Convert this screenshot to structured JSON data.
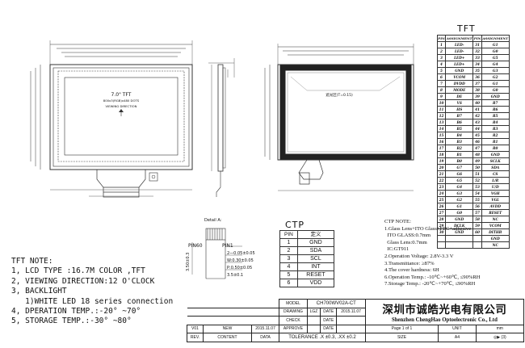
{
  "drawings": {
    "front_view": {
      "size_label": "7.0\" TFT",
      "resolution_label": "800x3(RGB)x480 DOTS",
      "viewing_label": "VIEWING DIRECTION"
    },
    "ctp_view": {
      "center_label": "遮光区(T=0.15)"
    },
    "detail_label": "Detail A:",
    "dims": {
      "pitch": "2—0.05±0.05",
      "pad_width": "W:0.30±0.05",
      "pad_pitch": "P:0.50±0.05",
      "length": "3.5±0.1",
      "height": "3.50±0.3"
    },
    "pin_labels": {
      "left": "PIN60",
      "right": "PIN1"
    }
  },
  "tft_pin_table": {
    "title": "TFT",
    "headers": [
      "PIN",
      "ASSIGNMENT",
      "PIN",
      "ASSIGNMENT"
    ],
    "rows": [
      [
        "1",
        "LED-",
        "31",
        "G1"
      ],
      [
        "2",
        "LED-",
        "32",
        "G0"
      ],
      [
        "3",
        "LED+",
        "33",
        "G5"
      ],
      [
        "4",
        "LED+",
        "34",
        "G4"
      ],
      [
        "5",
        "GND",
        "35",
        "G3"
      ],
      [
        "6",
        "VCOM",
        "36",
        "G2"
      ],
      [
        "7",
        "DVDD",
        "37",
        "G1"
      ],
      [
        "8",
        "MODE",
        "38",
        "G0"
      ],
      [
        "9",
        "DE",
        "39",
        "GND"
      ],
      [
        "10",
        "VS",
        "40",
        "R7"
      ],
      [
        "11",
        "HS",
        "41",
        "R6"
      ],
      [
        "12",
        "B7",
        "42",
        "R5"
      ],
      [
        "13",
        "B6",
        "43",
        "R4"
      ],
      [
        "14",
        "B5",
        "44",
        "R3"
      ],
      [
        "15",
        "B4",
        "45",
        "R2"
      ],
      [
        "16",
        "B3",
        "46",
        "R1"
      ],
      [
        "17",
        "B2",
        "47",
        "R0"
      ],
      [
        "18",
        "B1",
        "48",
        "GND"
      ],
      [
        "19",
        "B0",
        "49",
        "SCLK"
      ],
      [
        "20",
        "G7",
        "50",
        "SDA"
      ],
      [
        "21",
        "G6",
        "51",
        "CS"
      ],
      [
        "22",
        "G5",
        "52",
        "L/R"
      ],
      [
        "23",
        "G4",
        "53",
        "U/D"
      ],
      [
        "24",
        "G3",
        "54",
        "VGH"
      ],
      [
        "25",
        "G2",
        "55",
        "VGL"
      ],
      [
        "26",
        "G1",
        "56",
        "AVDD"
      ],
      [
        "27",
        "G0",
        "57",
        "RESET"
      ],
      [
        "28",
        "GND",
        "58",
        "NC"
      ],
      [
        "29",
        "DCLK",
        "59",
        "VCOM"
      ],
      [
        "30",
        "GND",
        "60",
        "DITHB"
      ],
      [
        "",
        "",
        "",
        "GND"
      ],
      [
        "",
        "",
        "",
        "NC"
      ]
    ]
  },
  "ctp_pin_table": {
    "title": "CTP",
    "headers": [
      "PIN",
      "定义"
    ],
    "rows": [
      [
        "1",
        "GND"
      ],
      [
        "2",
        "SDA"
      ],
      [
        "3",
        "SCL"
      ],
      [
        "4",
        "INT"
      ],
      [
        "5",
        "RESET"
      ],
      [
        "6",
        "VDD"
      ]
    ]
  },
  "tft_notes": {
    "title": "TFT NOTE:",
    "lines": [
      "1, LCD TYPE :16.7M COLOR ,TFT",
      "2, VIEWING DIRECTION:12 O'CLOCK",
      "3, BACKLIGHT",
      "   1)WHITE LED 18 series connection",
      "4, DPERATION TEMP.:-20° ~70°",
      "5, STORAGE TEMP.:-30° ~80°"
    ]
  },
  "ctp_notes": {
    "title": "CTP NOTE:",
    "lines": [
      "1.Glass Lens+ITO Glass+FPC+adhesive",
      "  ITO GLASS:0.7mm",
      "  Glass Lens:0.7mm",
      "  IC:GT911",
      "2.Operation Voltage: 2.8V-3.3 V",
      "3.Transmittance: ≥87%",
      "4.The cover hardness: 6H",
      "6.Operation Temp.: -10℃~+60℃, ≤90%RH",
      "7.Storage Temp.: -20℃~+70℃, ≤90%RH"
    ]
  },
  "title_block": {
    "model_label": "MODEL",
    "model_value": "CH700WV02A-CT",
    "drawing_label": "DRAWING",
    "drawing_value": "LGZ",
    "date_label1": "DATE",
    "date_value1": "2015.11.07",
    "check_label": "CHECK",
    "date_label2": "DATE",
    "approve_label": "APPROVE",
    "date_label3": "DATE",
    "rev_version": "V01",
    "rev_content": "NEW",
    "rev_date": "2015.11.07",
    "rev_header": "REV.",
    "content_header": "CONTENT",
    "data_header": "DATA",
    "tolerance": "TOLERANCE .X ±0.3, .XX ±0.2",
    "company_cn": "深圳市诚皓光电有限公司",
    "company_en": "Shenzhen ChengHao Optoelectronic Co., Ltd",
    "sheet": "Page 1 of 1",
    "unit_label": "UNIT",
    "unit_value": "mm",
    "size_label": "SIZE",
    "size_value": "A4",
    "angle_symbol": "(3)"
  }
}
